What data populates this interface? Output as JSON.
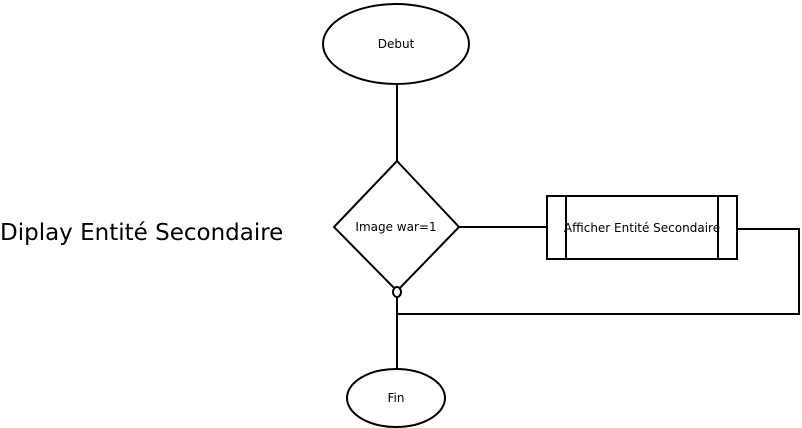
{
  "title": "Diplay Entité Secondaire",
  "nodes": {
    "start": "Debut",
    "decision": "Image war=1",
    "process": "Afficher Entité Secondaire",
    "end": "Fin"
  },
  "colors": {
    "stroke": "#000000",
    "background": "#ffffff",
    "text": "#000000"
  }
}
